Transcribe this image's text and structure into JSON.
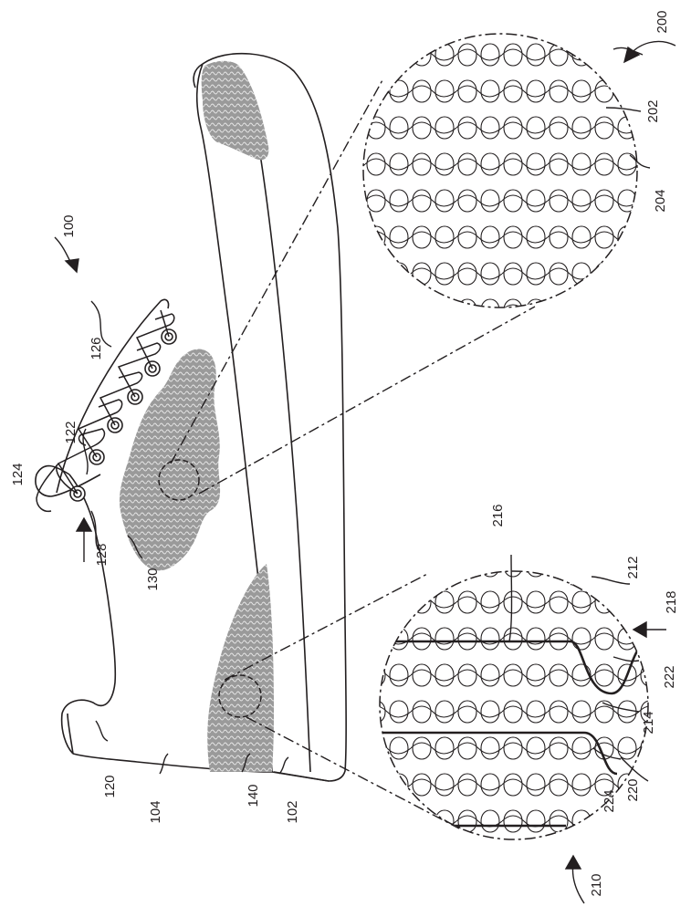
{
  "figure": {
    "colors": {
      "line": "#231f20",
      "knit_fill": "#8c8c8c",
      "background": "#ffffff"
    },
    "labels": {
      "ref_100": "100",
      "ref_102": "102",
      "ref_104": "104",
      "ref_120": "120",
      "ref_122": "122",
      "ref_124": "124",
      "ref_126": "126",
      "ref_128": "128",
      "ref_130": "130",
      "ref_140": "140",
      "ref_200": "200",
      "ref_202": "202",
      "ref_204": "204",
      "ref_210": "210",
      "ref_212": "212",
      "ref_214": "214",
      "ref_216": "216",
      "ref_218": "218",
      "ref_220": "220",
      "ref_222": "222",
      "ref_224": "224"
    }
  }
}
